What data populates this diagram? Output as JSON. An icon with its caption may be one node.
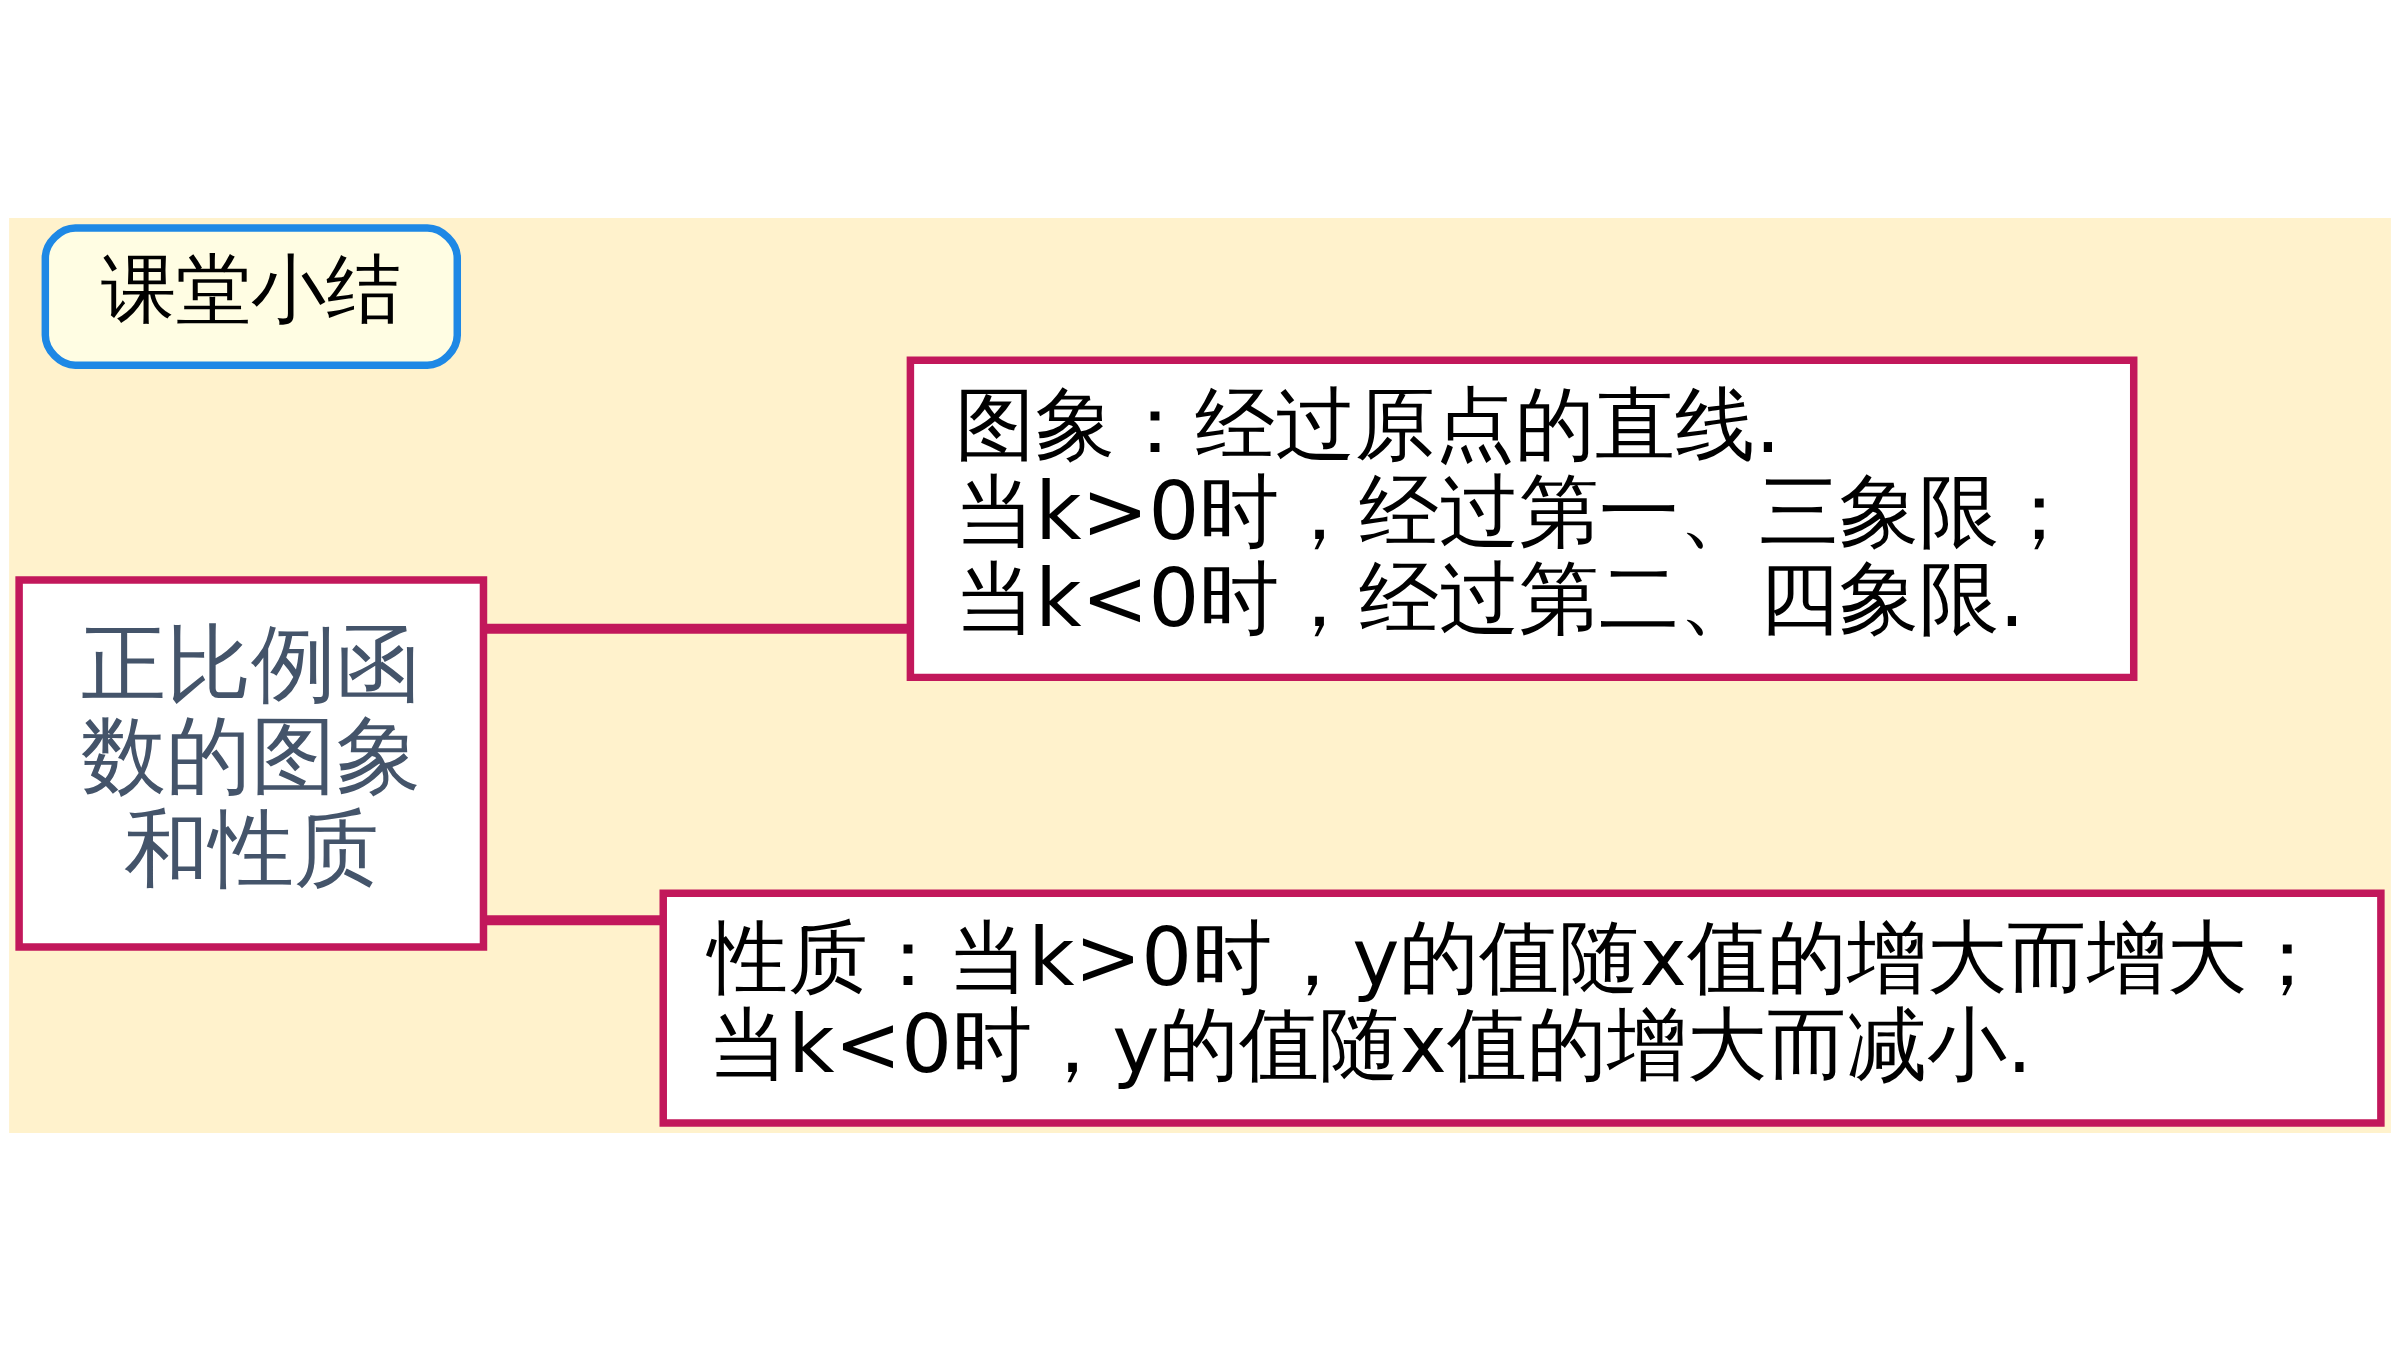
{
  "diagram": {
    "nodes": [
      {
        "text": [
          "课堂小结"
        ]
      },
      {
        "text": [
          "正比例函数的图象和性质"
        ]
      },
      {
        "text": [
          "图象：经过原点的直线.",
          "当k>0时，经过第一、三象限；",
          "当k<0时，经过第二、四象限."
        ]
      },
      {
        "text": [
          "性质：当k>0时，y的值随x值的增大而增大；",
          "当k<0时，y的值随x值的增大而减小."
        ]
      }
    ],
    "edges": [
      {
        "from": 1,
        "to": 2,
        "arrow": "none"
      },
      {
        "from": 1,
        "to": 3,
        "arrow": "none"
      }
    ]
  }
}
